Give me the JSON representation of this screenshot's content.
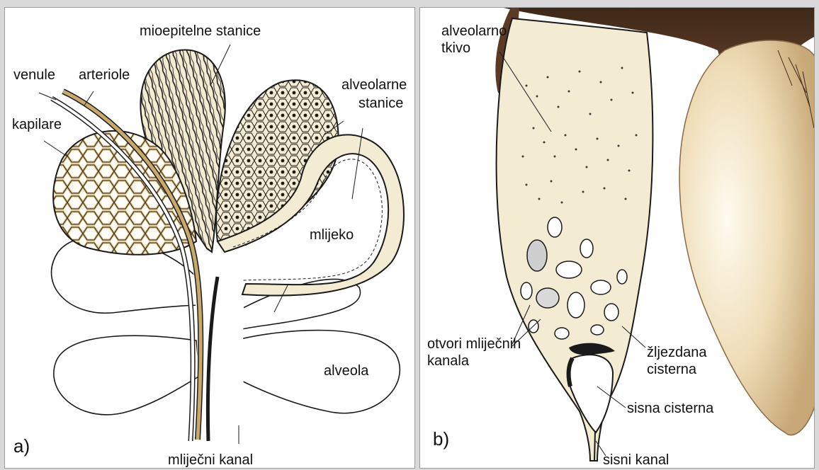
{
  "panel_a": {
    "letter": "a)",
    "labels": {
      "myoepithelial": "mioepitelne stanice",
      "venules": "venule",
      "arterioles": "arteriole",
      "capillaries": "kapilare",
      "alveolar_cells_line1": "alveolarne",
      "alveolar_cells_line2": "stanice",
      "milk": "mlijeko",
      "alveolus": "alveola",
      "milk_duct": "mliječni kanal"
    }
  },
  "panel_b": {
    "letter": "b)",
    "labels": {
      "alveolar_tissue_line1": "alveolarno",
      "alveolar_tissue_line2": "tkivo",
      "duct_openings_line1": "otvori mliječnih",
      "duct_openings_line2": "kanala",
      "gland_cistern_line1": "žljezdana",
      "gland_cistern_line2": "cisterna",
      "teat_cistern": "sisna cisterna",
      "teat_canal": "sisni kanal"
    }
  },
  "colors": {
    "outline": "#1a1a1a",
    "tissue": "#f3ecd2",
    "vessel": "#c9a96a",
    "hair": "#5b3a26",
    "teat": "#e7d3ac"
  }
}
